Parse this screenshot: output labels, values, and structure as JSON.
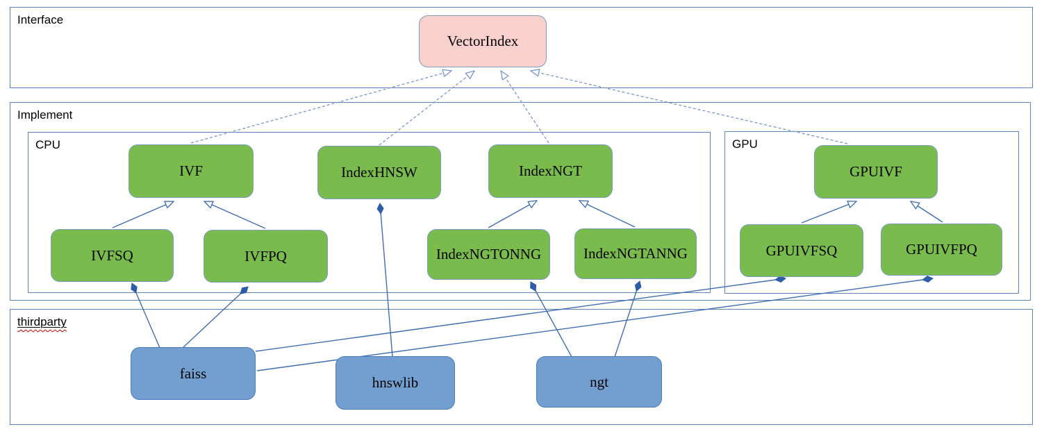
{
  "diagram": {
    "containers": {
      "interface": {
        "label": "Interface"
      },
      "implement": {
        "label": "Implement"
      },
      "cpu": {
        "label": "CPU"
      },
      "gpu": {
        "label": "GPU"
      },
      "thirdparty": {
        "label": "thirdparty"
      }
    },
    "nodes": {
      "vectorindex": {
        "label": "VectorIndex",
        "kind": "interface"
      },
      "ivf": {
        "label": "IVF",
        "kind": "implementation-cpu"
      },
      "indexhnsw": {
        "label": "IndexHNSW",
        "kind": "implementation-cpu"
      },
      "indexngt": {
        "label": "IndexNGT",
        "kind": "implementation-cpu"
      },
      "ivfsq": {
        "label": "IVFSQ",
        "kind": "implementation-cpu"
      },
      "ivfpq": {
        "label": "IVFPQ",
        "kind": "implementation-cpu"
      },
      "indexngtonng": {
        "label": "IndexNGTONNG",
        "kind": "implementation-cpu"
      },
      "indexngtanng": {
        "label": "IndexNGTANNG",
        "kind": "implementation-cpu"
      },
      "gpuivf": {
        "label": "GPUIVF",
        "kind": "implementation-gpu"
      },
      "gpuivfsq": {
        "label": "GPUIVFSQ",
        "kind": "implementation-gpu"
      },
      "gpuivfpq": {
        "label": "GPUIVFPQ",
        "kind": "implementation-gpu"
      },
      "faiss": {
        "label": "faiss",
        "kind": "thirdparty-library"
      },
      "hnswlib": {
        "label": "hnswlib",
        "kind": "thirdparty-library"
      },
      "ngt": {
        "label": "ngt",
        "kind": "thirdparty-library"
      }
    },
    "edges": [
      {
        "from": "IVF",
        "to": "VectorIndex",
        "type": "realization-dashed-hollow-arrow"
      },
      {
        "from": "IndexHNSW",
        "to": "VectorIndex",
        "type": "realization-dashed-hollow-arrow"
      },
      {
        "from": "IndexNGT",
        "to": "VectorIndex",
        "type": "realization-dashed-hollow-arrow"
      },
      {
        "from": "GPUIVF",
        "to": "VectorIndex",
        "type": "realization-dashed-hollow-arrow"
      },
      {
        "from": "IVFSQ",
        "to": "IVF",
        "type": "inheritance-hollow-arrow"
      },
      {
        "from": "IVFPQ",
        "to": "IVF",
        "type": "inheritance-hollow-arrow"
      },
      {
        "from": "IndexNGTONNG",
        "to": "IndexNGT",
        "type": "inheritance-hollow-arrow"
      },
      {
        "from": "IndexNGTANNG",
        "to": "IndexNGT",
        "type": "inheritance-hollow-arrow"
      },
      {
        "from": "GPUIVFSQ",
        "to": "GPUIVF",
        "type": "inheritance-hollow-arrow"
      },
      {
        "from": "GPUIVFPQ",
        "to": "GPUIVF",
        "type": "inheritance-hollow-arrow"
      },
      {
        "from": "faiss",
        "to": "IVFSQ",
        "type": "composition-filled-diamond"
      },
      {
        "from": "faiss",
        "to": "IVFPQ",
        "type": "composition-filled-diamond"
      },
      {
        "from": "faiss",
        "to": "GPUIVFSQ",
        "type": "composition-filled-diamond"
      },
      {
        "from": "faiss",
        "to": "GPUIVFPQ",
        "type": "composition-filled-diamond"
      },
      {
        "from": "hnswlib",
        "to": "IndexHNSW",
        "type": "composition-filled-diamond"
      },
      {
        "from": "ngt",
        "to": "IndexNGTONNG",
        "type": "composition-filled-diamond"
      },
      {
        "from": "ngt",
        "to": "IndexNGTANNG",
        "type": "composition-filled-diamond"
      }
    ],
    "colors": {
      "container-border": "#5b84bd",
      "node-border": "#7e9cc0",
      "green-fill": "#79bb4d",
      "pink-fill": "#f8d1cd",
      "blue-fill": "#729fcf",
      "blue-node-border": "#4a7cc0",
      "edge": "#3d6cb4",
      "edge-dashed": "#7b93cc",
      "diamond": "#2e5da7",
      "label": "#000000",
      "spell": "#cc0000"
    }
  }
}
